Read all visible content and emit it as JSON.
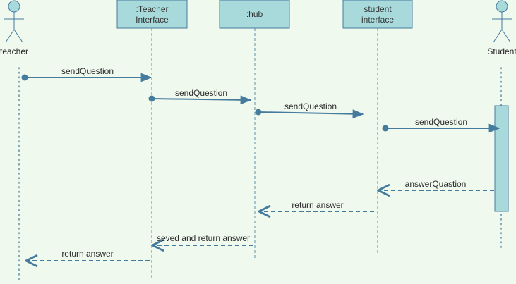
{
  "colors": {
    "background": "#f0f9ee",
    "line": "#457b9d",
    "box_fill": "#a8dadc",
    "box_stroke": "#457b9d",
    "lifeline": "#5b8fa8"
  },
  "actors": {
    "teacher": {
      "label": "teacher"
    },
    "student": {
      "label": "Student"
    }
  },
  "participants": {
    "teacher_interface": {
      "line1": ":Teacher",
      "line2": "Interface"
    },
    "hub": {
      "line1": ":hub"
    },
    "student_interface": {
      "line1": "student",
      "line2": "interface"
    }
  },
  "messages": [
    {
      "label": "sendQuestion",
      "kind": "sync"
    },
    {
      "label": "sendQuestion",
      "kind": "sync"
    },
    {
      "label": "sendQuestion",
      "kind": "sync"
    },
    {
      "label": "sendQuestion",
      "kind": "sync"
    },
    {
      "label": "answerQuastion",
      "kind": "return"
    },
    {
      "label": "return answer",
      "kind": "return"
    },
    {
      "label": "seved and return answer",
      "kind": "return"
    },
    {
      "label": "return answer",
      "kind": "return"
    }
  ]
}
